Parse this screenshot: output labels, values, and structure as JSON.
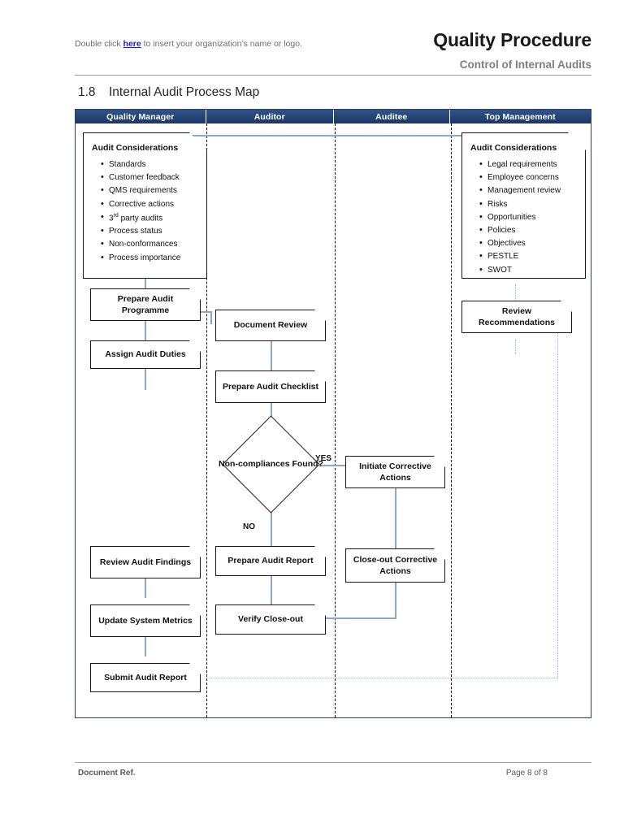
{
  "header": {
    "logo_note_prefix": "Double click ",
    "logo_note_link": "here",
    "logo_note_suffix": " to insert your organization’s name or logo.",
    "title": "Quality Procedure",
    "subtitle": "Control of Internal Audits"
  },
  "section": {
    "number": "1.8",
    "title": "Internal Audit Process Map"
  },
  "lanes": [
    {
      "label": "Quality Manager"
    },
    {
      "label": "Auditor"
    },
    {
      "label": "Auditee"
    },
    {
      "label": "Top Management"
    }
  ],
  "notes": {
    "left": {
      "heading": "Audit Considerations",
      "items": [
        "Standards",
        "Customer feedback",
        "QMS requirements",
        "Corrective actions",
        "3rd party audits",
        "Process status",
        "Non-conformances",
        "Process importance"
      ]
    },
    "right": {
      "heading": "Audit Considerations",
      "items": [
        "Legal requirements",
        "Employee concerns",
        "Management review",
        "Risks",
        "Opportunities",
        "Policies",
        "Objectives",
        "PESTLE",
        "SWOT"
      ]
    }
  },
  "nodes": {
    "prepare_audit_programme": "Prepare Audit Programme",
    "assign_audit_duties": "Assign Audit Duties",
    "document_review": "Document Review",
    "prepare_audit_checklist": "Prepare Audit Checklist",
    "decision": "Non-compliances Found?",
    "initiate_corrective_actions": "Initiate Corrective Actions",
    "closeout_corrective_actions": "Close-out Corrective Actions",
    "review_audit_findings": "Review Audit Findings",
    "prepare_audit_report": "Prepare Audit Report",
    "update_system_metrics": "Update System Metrics",
    "verify_closeout": "Verify Close-out",
    "submit_audit_report": "Submit Audit Report",
    "review_recommendations": "Review Recommendations"
  },
  "edge_labels": {
    "yes": "YES",
    "no": "NO"
  },
  "footer": {
    "left": "Document Ref.",
    "right": "Page 8 of 8"
  },
  "colors": {
    "lane_header": "#1d3764",
    "connector": "#8ba9c9",
    "link": "#1c1ccc",
    "subtitle": "#7f7f7f"
  }
}
